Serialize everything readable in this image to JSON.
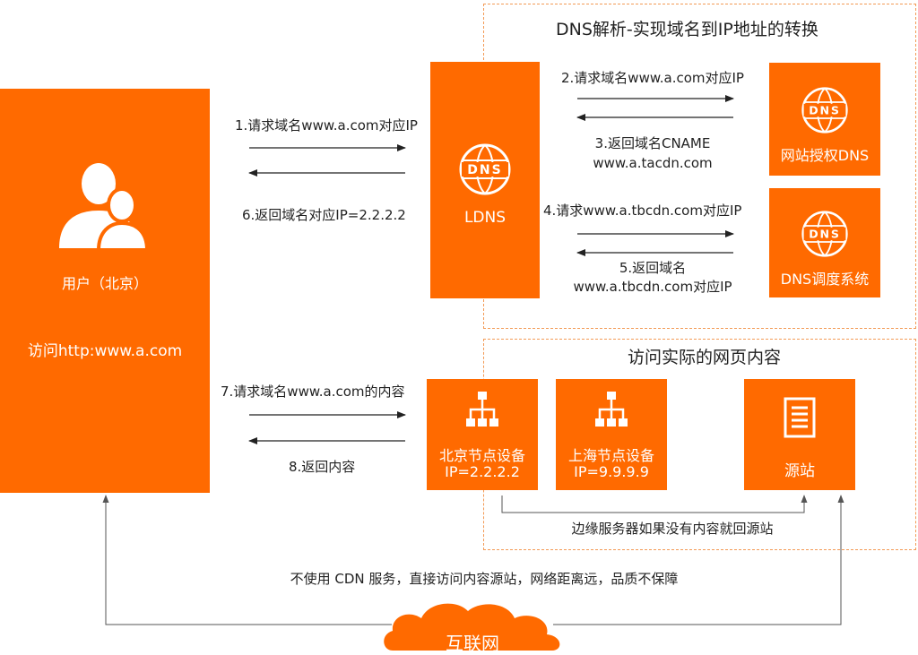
{
  "dns_section": {
    "title": "DNS解析-实现域名到IP地址的转换"
  },
  "content_section": {
    "title": "访问实际的网页内容"
  },
  "user": {
    "label": "用户（北京）",
    "visit": "访问http:www.a.com"
  },
  "ldns": {
    "label": "LDNS"
  },
  "auth_dns": {
    "label": "网站授权DNS"
  },
  "dns_sched": {
    "label": "DNS调度系统"
  },
  "beijing_node": {
    "line1": "北京节点设备",
    "line2": "IP=2.2.2.2"
  },
  "shanghai_node": {
    "line1": "上海节点设备",
    "line2": "IP=9.9.9.9"
  },
  "origin": {
    "label": "源站"
  },
  "steps": {
    "s1": "1.请求域名www.a.com对应IP",
    "s2": "2.请求域名www.a.com对应IP",
    "s3a": "3.返回域名CNAME",
    "s3b": "www.a.tacdn.com",
    "s4": "4.请求www.a.tbcdn.com对应IP",
    "s5a": "5.返回域名",
    "s5b": "www.a.tbcdn.com对应IP",
    "s6": "6.返回域名对应IP=2.2.2.2",
    "s7": "7.请求域名www.a.com的内容",
    "s8": "8.返回内容"
  },
  "edge_note": "边缘服务器如果没有内容就回源站",
  "bypass_note": "不使用 CDN 服务，直接访问内容源站，网络距离远，品质不保障",
  "internet": {
    "label": "互联网"
  },
  "colors": {
    "accent": "#ff6a00",
    "dashed": "#f39a55"
  }
}
